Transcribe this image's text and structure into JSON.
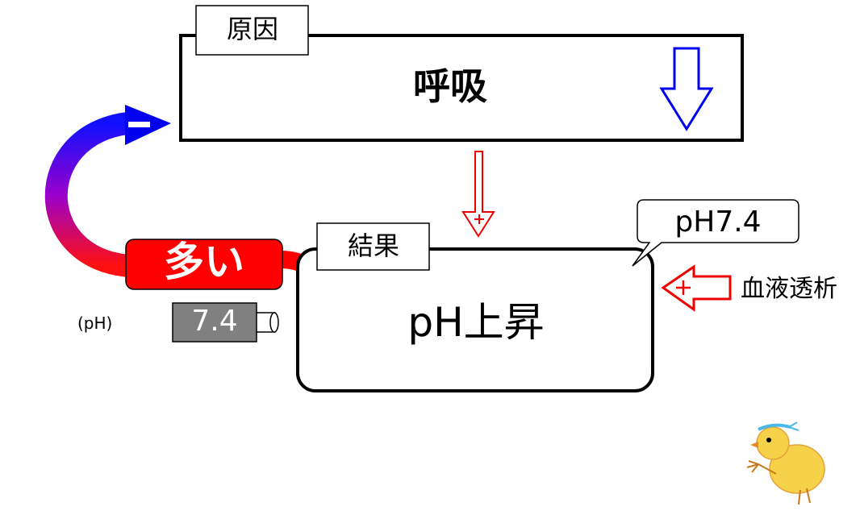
{
  "cause": {
    "label": "原因",
    "text": "呼吸"
  },
  "result": {
    "label": "結果",
    "text": "pH上昇"
  },
  "callout": {
    "text": "pH7.4"
  },
  "dialysis": {
    "text": "血液透析"
  },
  "feedback": {
    "badge_text": "多い",
    "sign": "−"
  },
  "meter": {
    "label": "(pH)",
    "value": "7.4"
  },
  "colors": {
    "decrease": "#0000ee",
    "increase": "#ee0000",
    "feedback_gradient": [
      "#ff0000",
      "#9900cc",
      "#0000ff"
    ],
    "meter_body": "#808080",
    "chick": "#f5d24a"
  },
  "icons": {
    "cause_arrow": "down-arrow-outline-icon",
    "plus_arrow": "down-arrow-plus-icon",
    "dialysis_arrow": "left-arrow-plus-icon",
    "feedback_arrow": "curved-feedback-arrow-icon",
    "mascot": "chick-mascot-icon"
  }
}
